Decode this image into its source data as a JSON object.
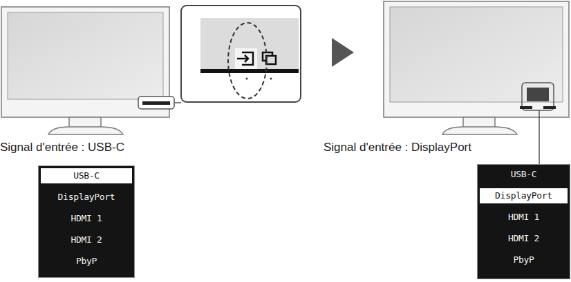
{
  "diagram": {
    "nodes": [
      {
        "text": [
          "USB-C",
          "DisplayPort",
          "HDMI 1",
          "HDMI 2",
          "PbyP"
        ]
      },
      {
        "text": [
          "USB-C",
          "DisplayPort",
          "HDMI 1",
          "HDMI 2",
          "PbyP"
        ]
      }
    ],
    "labels": [
      "Signal d'entrée : USB-C",
      "Signal d'entrée : DisplayPort"
    ]
  }
}
